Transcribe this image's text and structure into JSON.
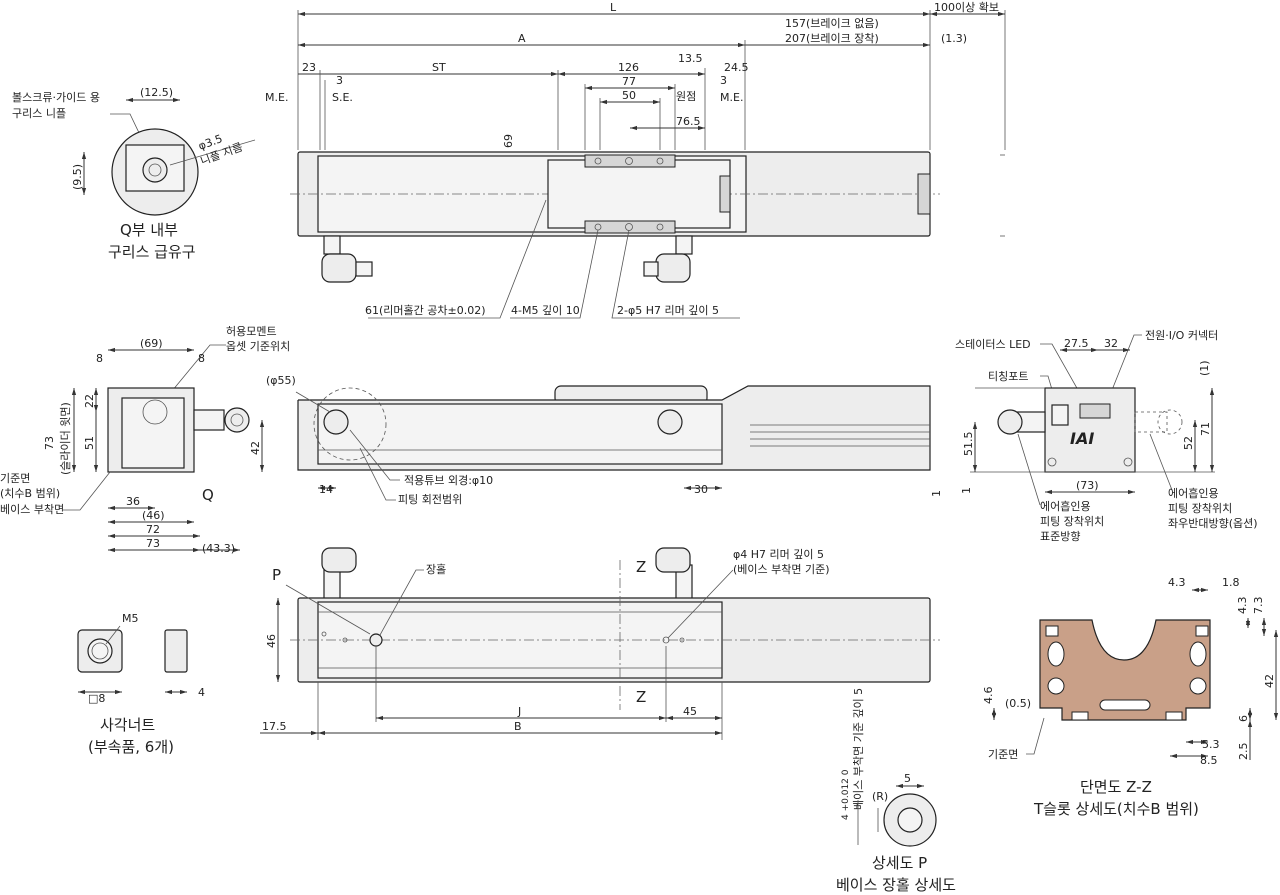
{
  "top_view": {
    "dims": {
      "L": "L",
      "A": "A",
      "clearance": "100이상 확보",
      "no_brake": "157(브레이크 없음)",
      "with_brake": "207(브레이크 장착)",
      "d13": "(1.3)",
      "d23": "23",
      "d3a": "3",
      "st": "ST",
      "d126": "126",
      "d77": "77",
      "d50": "50",
      "d135": "13.5",
      "d245": "24.5",
      "d3b": "3",
      "origin": "원점",
      "me_left": "M.E.",
      "se": "S.E.",
      "me_right": "M.E.",
      "d765": "76.5",
      "d69": "69"
    },
    "callouts": {
      "reamer_pitch": "61(리머홀간 공차±0.02)",
      "m5": "4-M5 깊이 10",
      "reamer": "2-φ5 H7 리머 깊이 5"
    }
  },
  "detail_q": {
    "title1": "Q부 내부",
    "title2": "구리스 급유구",
    "nipple_label1": "볼스크류·가이드 용",
    "nipple_label2": "구리스 니플",
    "d125": "(12.5)",
    "d95": "(9.5)",
    "phi35": "φ3.5",
    "nipple_dia": "니플 지름"
  },
  "end_view": {
    "moment1": "허용모멘트",
    "moment2": "옵셋 기준위치",
    "d69": "(69)",
    "d8a": "8",
    "d8b": "8",
    "d22": "22",
    "d73v": "73",
    "slider_top": "(슬라이더 윗면)",
    "d51": "51",
    "d42": "42",
    "ref1": "기준면",
    "ref2": "(치수B 범위)",
    "base": "베이스 부착면",
    "d36": "36",
    "d46": "(46)",
    "d72": "72",
    "d73": "73",
    "d433": "(43.3)",
    "q": "Q"
  },
  "side_view": {
    "phi55": "(φ55)",
    "tube": "적용튜브 외경:φ10",
    "fitting": "피팅 회전범위",
    "d14": "14",
    "d30": "30",
    "d1": "1"
  },
  "right_view": {
    "status_led": "스테이터스 LED",
    "power_io": "전원·I/O 커넥터",
    "tching": "티칭포트",
    "d275": "27.5",
    "d32": "32",
    "d1": "(1)",
    "d515": "51.5",
    "d52": "52",
    "d71": "71",
    "d73": "(73)",
    "d1b": "1",
    "logo": "IAI",
    "air1a": "에어흡인용",
    "air1b": "피팅 장착위치",
    "air1c": "표준방향",
    "air2a": "에어흡인용",
    "air2b": "피팅 장착위치",
    "air2c": "좌우반대방향(옵션)"
  },
  "bottom_view": {
    "p": "P",
    "hole": "장홀",
    "z": "Z",
    "z2": "Z",
    "reamer1": "φ4 H7 리머 깊이 5",
    "reamer2": "(베이스 부착면 기준)",
    "d46": "46",
    "d175": "17.5",
    "j": "J",
    "d45": "45",
    "b": "B"
  },
  "nut": {
    "m5": "M5",
    "sq8": "□8",
    "d4": "4",
    "title1": "사각너트",
    "title2": "(부속품, 6개)"
  },
  "detail_p": {
    "depth": "베이스 부착면 기준 깊이 5",
    "tol": "4 +0.012 0",
    "d5": "5",
    "r": "(R)",
    "title1": "상세도 P",
    "title2": "베이스 장홀 상세도"
  },
  "section_z": {
    "d43": "4.3",
    "d18": "1.8",
    "d43v": "4.3",
    "d73v": "7.3",
    "d42": "42",
    "d46": "4.6",
    "d05": "(0.5)",
    "ref": "기준면",
    "d6": "6",
    "d53": "5.3",
    "d85": "8.5",
    "d25": "2.5",
    "title1": "단면도 Z-Z",
    "title2": "T슬롯 상세도(치수B 범위)"
  }
}
